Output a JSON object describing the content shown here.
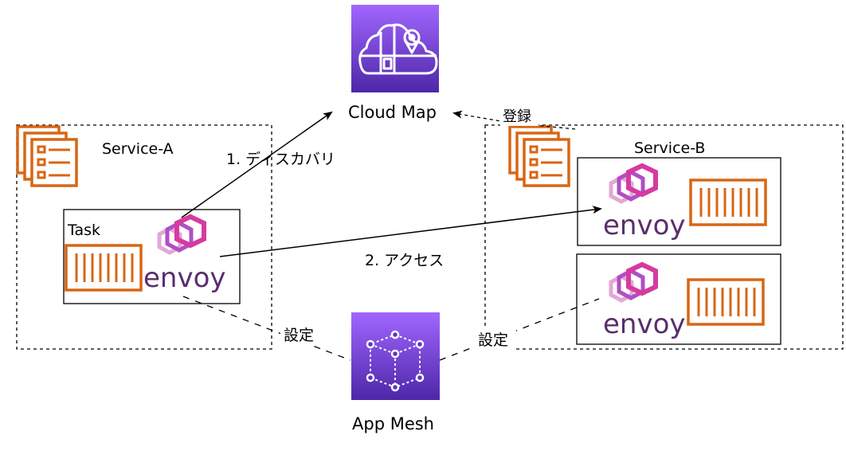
{
  "cloud_map": {
    "label": "Cloud Map"
  },
  "app_mesh": {
    "label": "App Mesh"
  },
  "service_a": {
    "label": "Service-A",
    "task_label": "Task"
  },
  "service_b": {
    "label": "Service-B"
  },
  "envoy_label": "envoy",
  "edges": {
    "discovery": "1. ディスカバリ",
    "access": "2. アクセス",
    "register": "登録",
    "config_a": "設定",
    "config_b": "設定"
  },
  "colors": {
    "aws_purple_top": "#8a5cf5",
    "aws_purple_bottom": "#5a34c4",
    "container_orange": "#d86613",
    "envoy_pink": "#d63aa0",
    "envoy_violet": "#b04fc4",
    "envoy_text": "#5b2d6e"
  }
}
